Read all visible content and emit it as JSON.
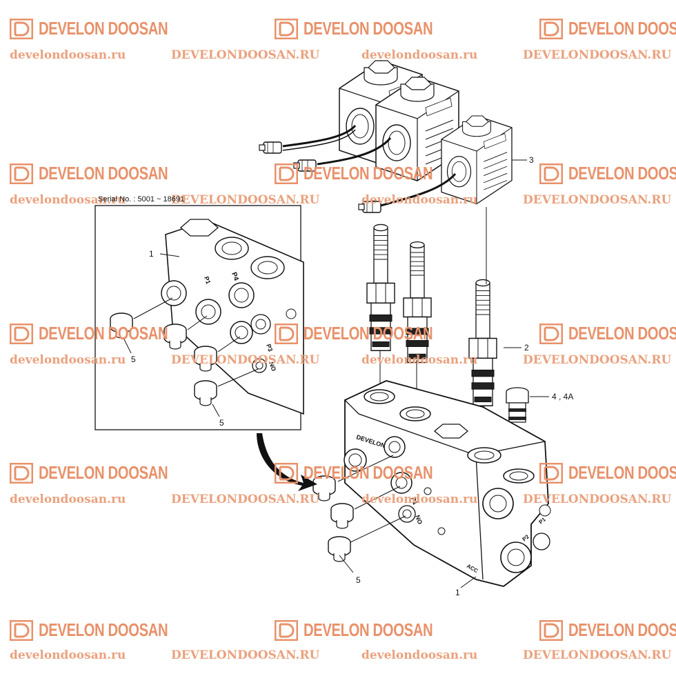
{
  "watermark": {
    "brand": "DEVELON DOOSAN",
    "url_lower": "develondoosan.ru",
    "url_upper": "DEVELONDOOSAN.RU"
  },
  "inset": {
    "serial": "Serial No. : 5001 ~ 18691"
  },
  "callouts": {
    "c1_main": "1",
    "c1_inset": "1",
    "c2": "2",
    "c3": "3",
    "c4": "4 , 4A",
    "c5_main": "5",
    "c5_inset_a": "5",
    "c5_inset_b": "5"
  },
  "port_labels": {
    "p4": "P4",
    "p3": "P3",
    "p1": "P1",
    "p2": "P2",
    "no": "NO",
    "acc": "ACC",
    "brand_block": "DEVELON"
  },
  "colors": {
    "watermark_brand": "#e8916a",
    "watermark_url": "#eaa17e",
    "line": "#111111"
  }
}
